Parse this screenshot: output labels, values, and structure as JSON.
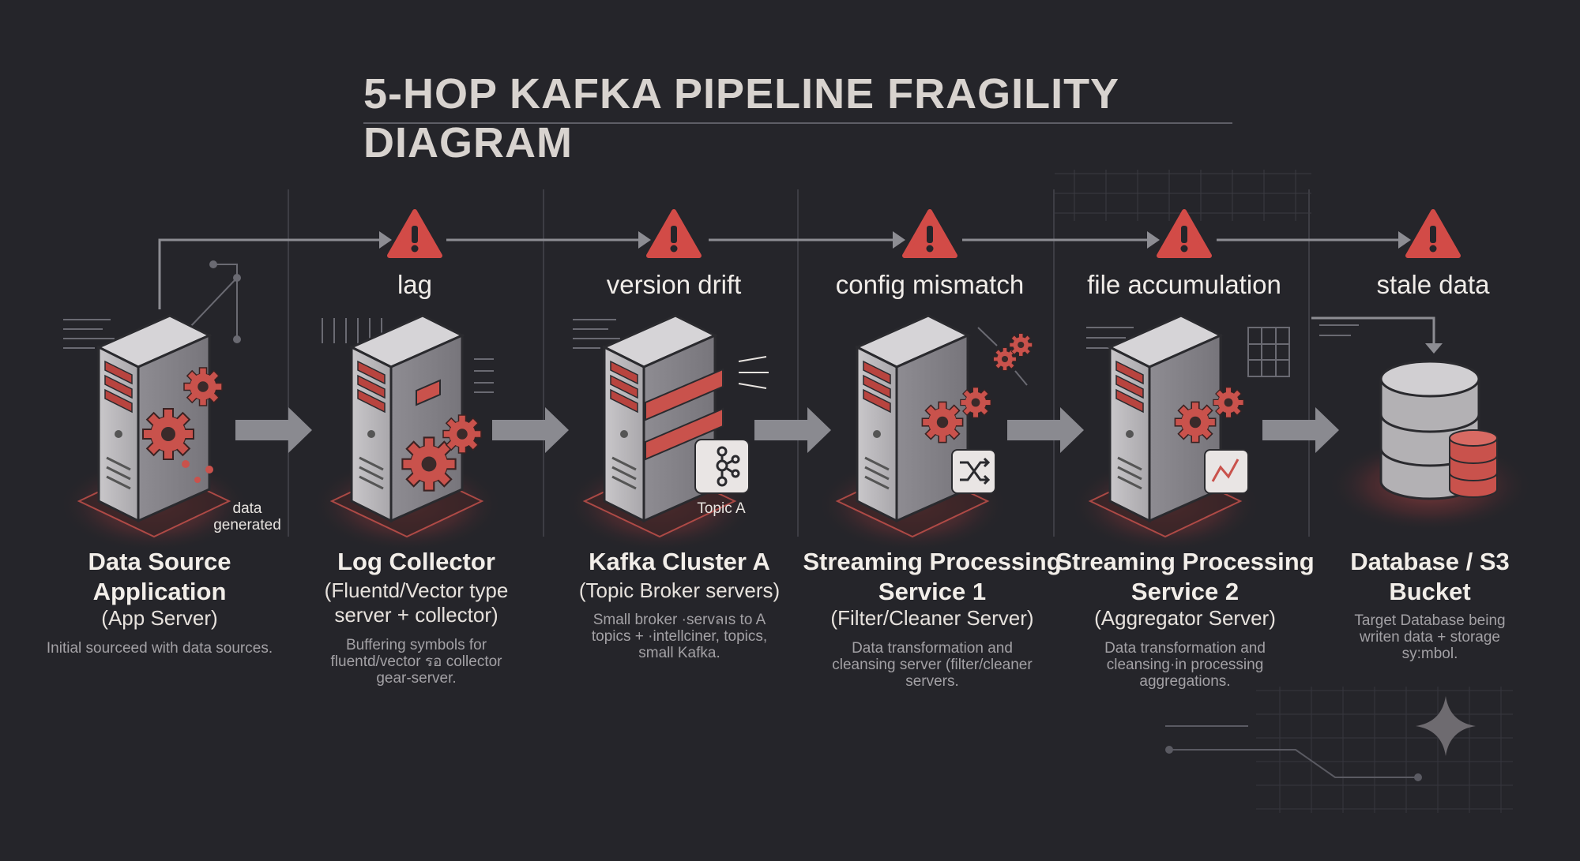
{
  "title": "5-HOP KAFKA PIPELINE FRAGILITY DIAGRAM",
  "risks": [
    "lag",
    "version drift",
    "config mismatch",
    "file accumulation",
    "stale data"
  ],
  "nodes": [
    {
      "name": "Data Source Application",
      "role": "(App Server)",
      "desc": "Initial sourceed with data sources.",
      "icon": "app-server-icon"
    },
    {
      "name": "Log Collector",
      "role": "(Fluentd/Vector type server + collector)",
      "desc": "Buffering symbols for fluentd/vector รอ collector gear-server.",
      "icon": "collector-server-icon"
    },
    {
      "name": "Kafka Cluster A",
      "role": "(Topic Broker servers)",
      "desc": "Small broker ·servลıs to A topics + ·intellciner, topics, small Kafka.",
      "icon": "kafka-broker-icon"
    },
    {
      "name": "Streaming Processing Service 1",
      "role": "(Filter/Cleaner Server)",
      "desc": "Data transformation and cleansing server (filter/cleaner servers.",
      "icon": "filter-server-icon"
    },
    {
      "name": "Streaming Processing Service 2",
      "role": "(Aggregator Server)",
      "desc": "Data transformation and cleansing·in processing aggregations.",
      "icon": "aggregator-server-icon"
    },
    {
      "name": "Database / S3 Bucket",
      "role": "",
      "desc": "Target Database being writen data + storage sy:mbol.",
      "icon": "database-icon"
    }
  ],
  "labels": {
    "data_generated": "data generated",
    "topic_a": "Topic A"
  },
  "colors": {
    "background": "#25252a",
    "accent": "#d9534f",
    "server": "#b8b6b9",
    "arrow": "#9c9ca1"
  }
}
